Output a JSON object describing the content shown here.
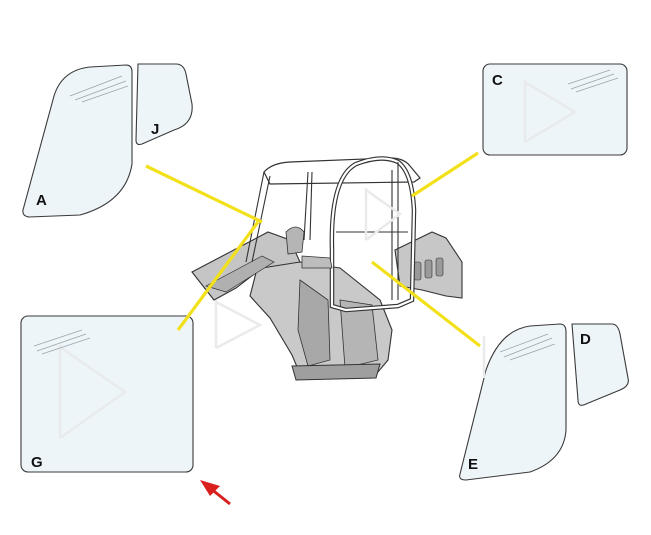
{
  "diagram": {
    "parts": [
      {
        "id": "A",
        "label": "A"
      },
      {
        "id": "J",
        "label": "J"
      },
      {
        "id": "C",
        "label": "C"
      },
      {
        "id": "D",
        "label": "D"
      },
      {
        "id": "E",
        "label": "E"
      },
      {
        "id": "G",
        "label": "G"
      }
    ]
  },
  "colors": {
    "glass_fill": "#eef5f9",
    "leader_line": "#f2e11a",
    "cab_body": "#c9c9c9",
    "cab_shadow": "#a8a8a8",
    "pointer_arrow": "#d9201f"
  },
  "icons": {
    "pointer": "red-arrow-icon"
  }
}
